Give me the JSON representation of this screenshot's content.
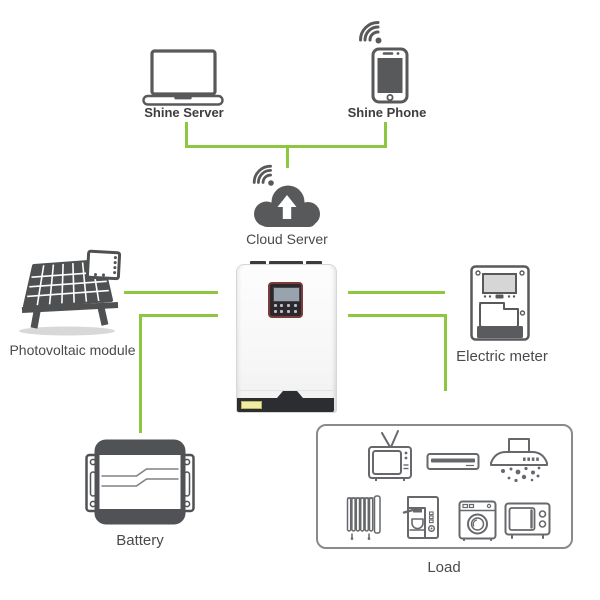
{
  "diagram": {
    "nodes": {
      "shine_server": {
        "label": "Shine Server",
        "icon": "laptop-icon"
      },
      "shine_phone": {
        "label": "Shine Phone",
        "icon": "smartphone-icon"
      },
      "cloud_server": {
        "label": "Cloud Server",
        "icon": "cloud-upload-icon"
      },
      "photovoltaic_module": {
        "label": "Photovoltaic module",
        "icon": "solar-panel-icon"
      },
      "inverter": {
        "label": "",
        "icon": "inverter-device"
      },
      "electric_meter": {
        "label": "Electric meter",
        "icon": "electric-meter-icon"
      },
      "battery": {
        "label": "Battery",
        "icon": "battery-icon"
      },
      "load": {
        "label": "Load",
        "appliances": [
          "tv-icon",
          "soundbar-icon",
          "range-hood-icon",
          "radiator-heater-icon",
          "coffee-machine-icon",
          "washing-machine-icon",
          "microwave-icon"
        ]
      }
    },
    "colors": {
      "connector_green": "#8dc63f",
      "icon_gray": "#58595b",
      "appliance_gray": "#66686b",
      "label_text": "#4a4a4a"
    }
  }
}
